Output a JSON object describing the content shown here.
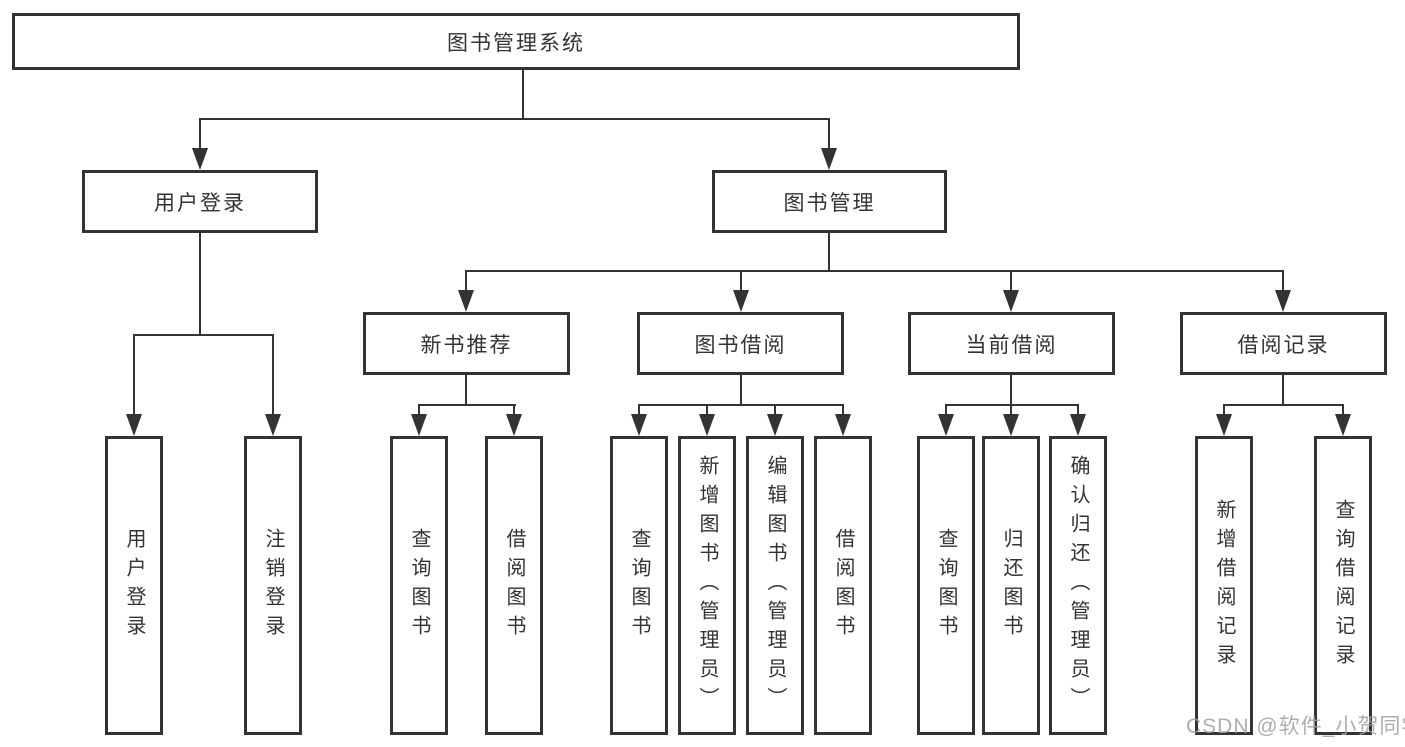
{
  "diagram_type": "function-structure-tree",
  "nodes": {
    "root": {
      "label": "图书管理系统"
    },
    "user_login": {
      "label": "用户登录"
    },
    "book_mgmt": {
      "label": "图书管理"
    },
    "new_book_rec": {
      "label": "新书推荐"
    },
    "book_borrow": {
      "label": "图书借阅"
    },
    "current_borrow": {
      "label": "当前借阅"
    },
    "borrow_records": {
      "label": "借阅记录"
    },
    "leaf_user_login": {
      "label": "用户登录"
    },
    "leaf_logout_login": {
      "label": "注销登录"
    },
    "leaf_nbr_query": {
      "label": "查询图书"
    },
    "leaf_nbr_borrow": {
      "label": "借阅图书"
    },
    "leaf_bb_query": {
      "label": "查询图书"
    },
    "leaf_bb_add": {
      "label": "新增图书（管理员）"
    },
    "leaf_bb_edit": {
      "label": "编辑图书（管理员）"
    },
    "leaf_bb_borrow": {
      "label": "借阅图书"
    },
    "leaf_cb_query": {
      "label": "查询图书"
    },
    "leaf_cb_return": {
      "label": "归还图书"
    },
    "leaf_cb_confirm": {
      "label": "确认归还（管理员）"
    },
    "leaf_br_add": {
      "label": "新增借阅记录"
    },
    "leaf_br_query": {
      "label": "查询借阅记录"
    }
  },
  "hierarchy": {
    "图书管理系统": {
      "用户登录": [
        "用户登录",
        "注销登录"
      ],
      "图书管理": {
        "新书推荐": [
          "查询图书",
          "借阅图书"
        ],
        "图书借阅": [
          "查询图书",
          "新增图书（管理员）",
          "编辑图书（管理员）",
          "借阅图书"
        ],
        "当前借阅": [
          "查询图书",
          "归还图书",
          "确认归还（管理员）"
        ],
        "借阅记录": [
          "新增借阅记录",
          "查询借阅记录"
        ]
      }
    }
  },
  "watermark": {
    "text": "CSDN @软件_小贺同学"
  },
  "colors": {
    "line": "#333333",
    "box_border": "#333333",
    "box_background": "#ffffff",
    "text": "#333333",
    "watermark": "#a0a0a0",
    "page_background": "#ffffff"
  }
}
